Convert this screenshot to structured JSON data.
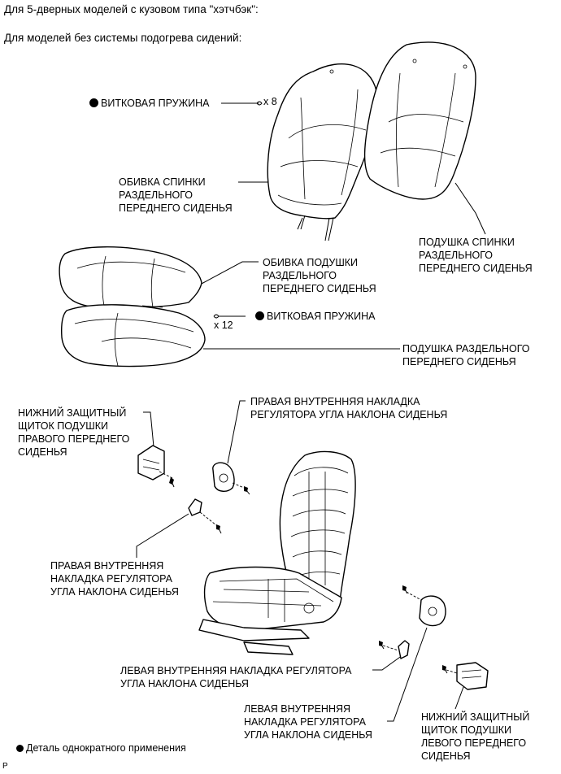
{
  "header": {
    "line1": "Для 5-дверных моделей с кузовом типа \"хэтчбэк\":",
    "line2": "Для моделей без системы подогрева сидений:"
  },
  "labels": {
    "coil_spring_top": "ВИТКОВАЯ ПРУЖИНА",
    "qty_top": "x 8",
    "backrest_cover": "ОБИВКА СПИНКИ\nРАЗДЕЛЬНОГО\nПЕРЕДНЕГО СИДЕНЬЯ",
    "backrest_pad": "ПОДУШКА СПИНКИ\nРАЗДЕЛЬНОГО\nПЕРЕДНЕГО СИДЕНЬЯ",
    "cushion_cover": "ОБИВКА ПОДУШКИ\nРАЗДЕЛЬНОГО\nПЕРЕДНЕГО СИДЕНЬЯ",
    "coil_spring_mid": "ВИТКОВАЯ ПРУЖИНА",
    "qty_mid": "x 12",
    "cushion_pad": "ПОДУШКА РАЗДЕЛЬНОГО\nПЕРЕДНЕГО СИДЕНЬЯ",
    "lower_shield_right": "НИЖНИЙ ЗАЩИТНЫЙ\nЩИТОК ПОДУШКИ\nПРАВОГО ПЕРЕДНЕГО\nСИДЕНЬЯ",
    "right_inner_cover_top": "ПРАВАЯ ВНУТРЕННЯЯ НАКЛАДКА\nРЕГУЛЯТОРА УГЛА НАКЛОНА СИДЕНЬЯ",
    "right_inner_cover_left": "ПРАВАЯ ВНУТРЕННЯЯ\nНАКЛАДКА РЕГУЛЯТОРА\nУГЛА НАКЛОНА СИДЕНЬЯ",
    "left_inner_cover_mid": "ЛЕВАЯ ВНУТРЕННЯЯ НАКЛАДКА РЕГУЛЯТОРА\nУГЛА НАКЛОНА СИДЕНЬЯ",
    "left_inner_cover_bottom": "ЛЕВАЯ ВНУТРЕННЯЯ\nНАКЛАДКА РЕГУЛЯТОРА\nУГЛА НАКЛОНА СИДЕНЬЯ",
    "lower_shield_left": "НИЖНИЙ ЗАЩИТНЫЙ\nЩИТОК ПОДУШКИ\nЛЕВОГО ПЕРЕДНЕГО\nСИДЕНЬЯ"
  },
  "legend": {
    "text": "Деталь однократного применения"
  },
  "corner_mark": "P"
}
